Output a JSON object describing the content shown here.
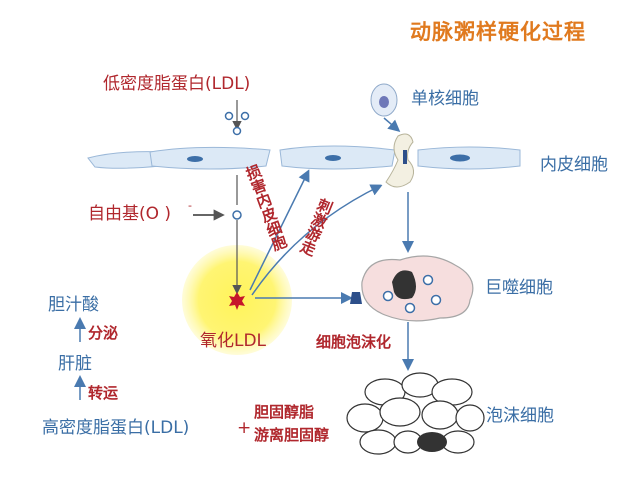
{
  "title": "动脉粥样硬化过程",
  "labels": {
    "ldl_low": "低密度脂蛋白(LDL)",
    "monocyte": "单核细胞",
    "endothelial": "内皮细胞",
    "free_radical": "自由基(O )",
    "free_radical_sup": "-",
    "damage": "损害内皮细胞",
    "stimulate": "刺激游走",
    "macrophage": "巨噬细胞",
    "oxidized": "氧化LDL",
    "foam_process": "细胞泡沫化",
    "foam_cell": "泡沫细胞",
    "bile_acid": "胆汁酸",
    "secrete": "分泌",
    "liver": "肝脏",
    "transport": "转运",
    "ldl_high": "高密度脂蛋白(LDL)",
    "plus": "+",
    "cholesterol_ester": "胆固醇脂",
    "free_cholesterol": "游离胆固醇"
  },
  "colors": {
    "title": "#e07a1f",
    "red_text": "#b0272d",
    "blue_text": "#3a6ea5",
    "arrow": "#4a7ab0",
    "cell_fill": "#dce9f6",
    "nucleus": "#3d6fa8",
    "glow": "#fff35a",
    "macrophage_fill": "#f6dede"
  },
  "icons": {
    "oxidized_ldl": "red-star-icon",
    "receptor": "blue-receptor-icon"
  }
}
